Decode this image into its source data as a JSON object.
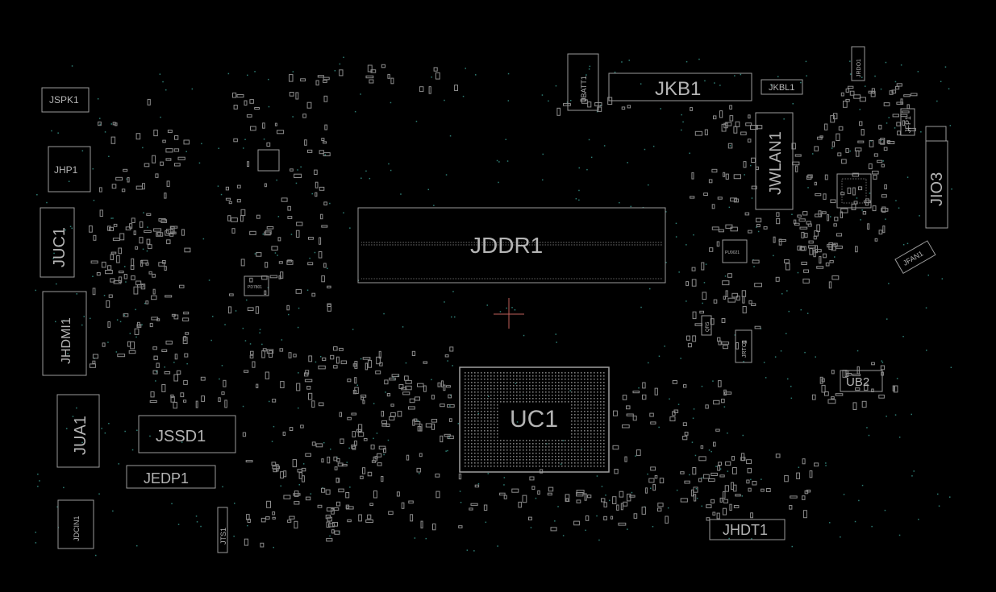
{
  "colors": {
    "background": "#000000",
    "outline": "#9a9a9a",
    "label": "#b4b4b4",
    "via": "#2e7d74",
    "cursor": "#c0605a"
  },
  "labels": {
    "jspk1": "JSPK1",
    "jhp1": "JHP1",
    "juc1": "JUC1",
    "jhdmi1": "JHDMI1",
    "jua1": "JUA1",
    "jssd1": "JSSD1",
    "jedp1": "JEDP1",
    "jdcin1": "JDCIN1",
    "jts1": "JTS1",
    "jbatt1": "JBATT1",
    "jkb1": "JKB1",
    "jkbl1": "JKBL1",
    "jwlan1": "JWLAN1",
    "jio3": "JIO3",
    "jfp1": "JFP1",
    "jfan1": "JFAN1",
    "jddr1": "JDDR1",
    "uc1": "UC1",
    "ub2": "UB2",
    "jhdt1": "JHDT1",
    "jrtc1": "JRTC1",
    "jrdo1": "JRDO1",
    "pu1": "PU9021",
    "pu2": "PD7801",
    "qr5": "QR5"
  }
}
